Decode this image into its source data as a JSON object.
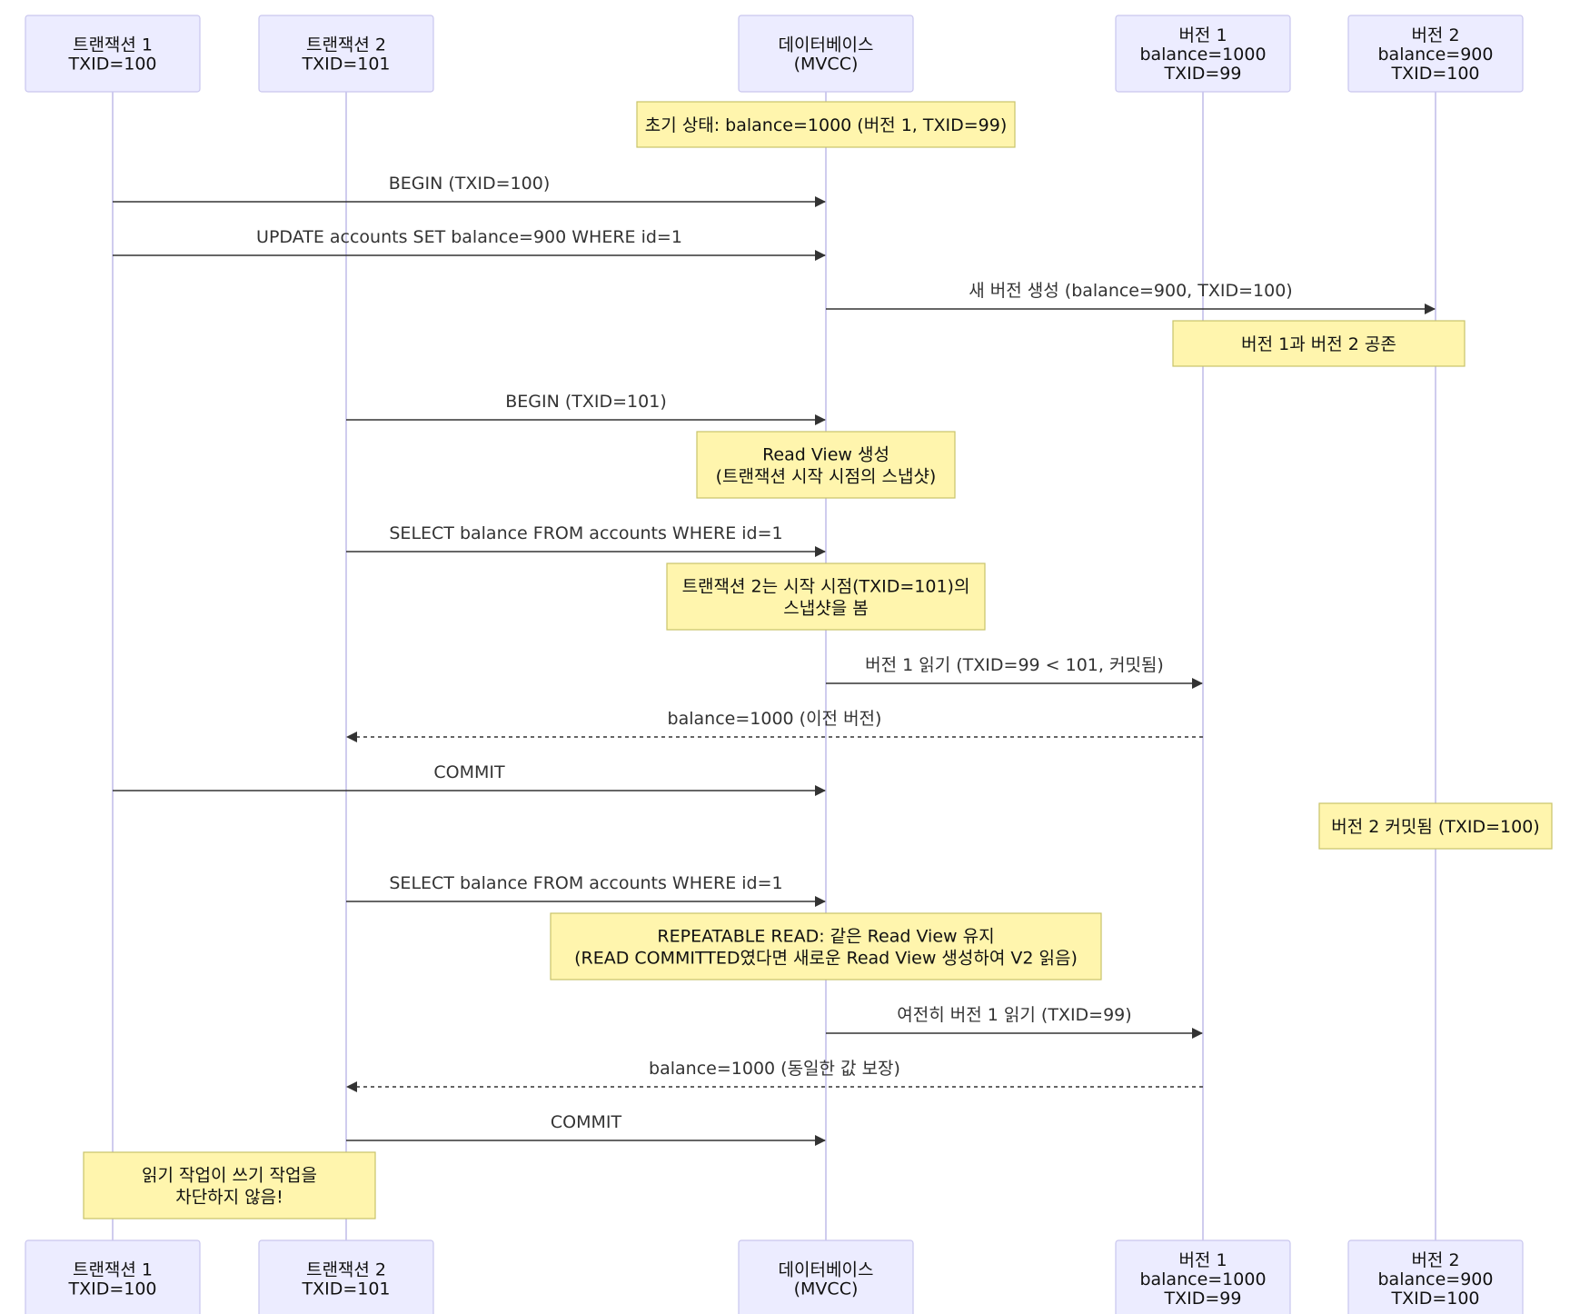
{
  "participants": [
    {
      "id": "t1",
      "lines": [
        "트랜잭션 1",
        "TXID=100"
      ]
    },
    {
      "id": "t2",
      "lines": [
        "트랜잭션 2",
        "TXID=101"
      ]
    },
    {
      "id": "db",
      "lines": [
        "데이터베이스",
        "(MVCC)"
      ]
    },
    {
      "id": "v1",
      "lines": [
        "버전 1",
        "balance=1000",
        "TXID=99"
      ]
    },
    {
      "id": "v2",
      "lines": [
        "버전 2",
        "balance=900",
        "TXID=100"
      ]
    }
  ],
  "events": [
    {
      "kind": "note",
      "over": "db",
      "lines": [
        "초기 상태: balance=1000 (버전 1, TXID=99)"
      ]
    },
    {
      "kind": "message",
      "from": "t1",
      "to": "db",
      "label": "BEGIN (TXID=100)",
      "style": "solid"
    },
    {
      "kind": "message",
      "from": "t1",
      "to": "db",
      "label": "UPDATE accounts SET balance=900 WHERE id=1",
      "style": "solid"
    },
    {
      "kind": "message",
      "from": "db",
      "to": "v2",
      "label": "새 버전 생성 (balance=900, TXID=100)",
      "style": "solid"
    },
    {
      "kind": "note",
      "over": "v1-v2",
      "lines": [
        "버전 1과 버전 2 공존"
      ]
    },
    {
      "kind": "message",
      "from": "t2",
      "to": "db",
      "label": "BEGIN (TXID=101)",
      "style": "solid"
    },
    {
      "kind": "note",
      "over": "db",
      "lines": [
        "Read View 생성",
        "(트랜잭션 시작 시점의 스냅샷)"
      ]
    },
    {
      "kind": "message",
      "from": "t2",
      "to": "db",
      "label": "SELECT balance FROM accounts WHERE id=1",
      "style": "solid"
    },
    {
      "kind": "note",
      "over": "db",
      "lines": [
        "트랜잭션 2는 시작 시점(TXID=101)의",
        "스냅샷을 봄"
      ]
    },
    {
      "kind": "message",
      "from": "db",
      "to": "v1",
      "label": "버전 1 읽기 (TXID=99 < 101, 커밋됨)",
      "style": "solid"
    },
    {
      "kind": "message",
      "from": "v1",
      "to": "t2",
      "label": "balance=1000 (이전 버전)",
      "style": "dashed"
    },
    {
      "kind": "message",
      "from": "t1",
      "to": "db",
      "label": "COMMIT",
      "style": "solid"
    },
    {
      "kind": "note",
      "over": "v2",
      "lines": [
        "버전 2 커밋됨 (TXID=100)"
      ]
    },
    {
      "kind": "message",
      "from": "t2",
      "to": "db",
      "label": "SELECT balance FROM accounts WHERE id=1",
      "style": "solid"
    },
    {
      "kind": "note",
      "over": "db",
      "lines": [
        "REPEATABLE READ: 같은 Read View 유지",
        "(READ COMMITTED였다면 새로운 Read View 생성하여 V2 읽음)"
      ]
    },
    {
      "kind": "message",
      "from": "db",
      "to": "v1",
      "label": "여전히 버전 1 읽기 (TXID=99)",
      "style": "solid"
    },
    {
      "kind": "message",
      "from": "v1",
      "to": "t2",
      "label": "balance=1000 (동일한 값 보장)",
      "style": "dashed"
    },
    {
      "kind": "message",
      "from": "t2",
      "to": "db",
      "label": "COMMIT",
      "style": "solid"
    },
    {
      "kind": "note",
      "over": "t1-t2",
      "lines": [
        "읽기 작업이 쓰기 작업을",
        "차단하지 않음!"
      ]
    }
  ],
  "colors": {
    "actor_fill": "#ECECFF",
    "actor_stroke": "#C9C6EE",
    "lifeline": "#CFCCEE",
    "note_fill": "#FFF5AD",
    "note_stroke": "#C8C36A",
    "message_line": "#333333"
  }
}
